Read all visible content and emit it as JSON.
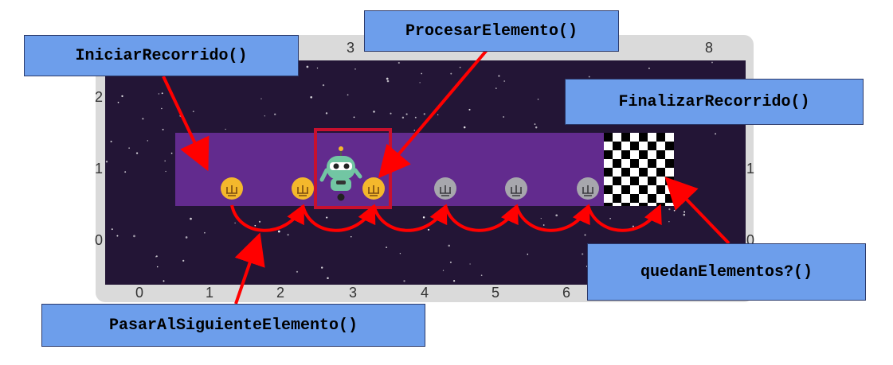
{
  "colors": {
    "frame": "#dadada",
    "space": "#231536",
    "path": "#622b8e",
    "bulb_on": "#f4b82c",
    "bulb_off": "#a7a7ad",
    "robot_body": "#72c6a3",
    "highlight": "#c8102e",
    "arrow": "#ff0000",
    "label_bg": "#6d9eeb",
    "label_border": "#2b3a6b"
  },
  "grid": {
    "top_labels": [
      "3",
      "8"
    ],
    "left_labels": [
      "2",
      "1",
      "0"
    ],
    "right_labels": [
      "1",
      "0"
    ],
    "bottom_labels": [
      "0",
      "1",
      "2",
      "3",
      "4",
      "5",
      "6"
    ]
  },
  "board": {
    "cells": [
      {
        "icon": "bulb-lit-icon",
        "state": "on"
      },
      {
        "icon": "bulb-lit-icon",
        "state": "on"
      },
      {
        "icon": "robot-icon",
        "state": "on"
      },
      {
        "icon": "bulb-off-icon",
        "state": "off"
      },
      {
        "icon": "bulb-off-icon",
        "state": "off"
      },
      {
        "icon": "bulb-off-icon",
        "state": "off"
      }
    ],
    "goal_icon": "checkered-flag-icon"
  },
  "labels": {
    "iniciar": "IniciarRecorrido()",
    "procesar": "ProcesarElemento()",
    "finalizar": "FinalizarRecorrido()",
    "quedan": "quedanElementos?()",
    "pasar": "PasarAlSiguienteElemento()"
  }
}
